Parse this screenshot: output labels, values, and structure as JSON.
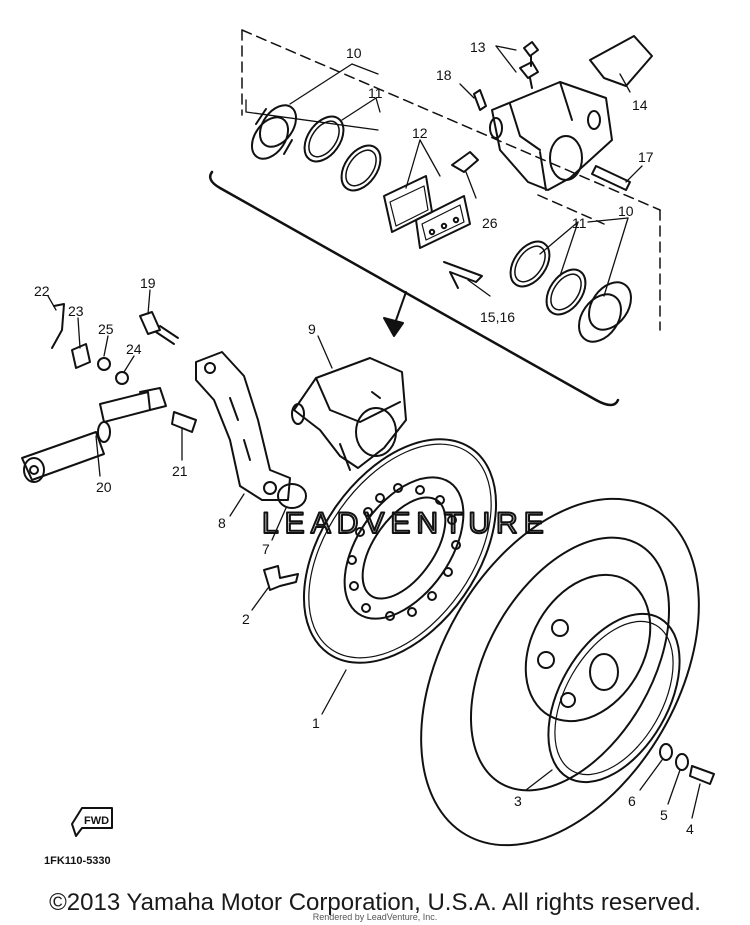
{
  "diagram": {
    "part_number": "1FK110-5330",
    "fwd_label": "FWD",
    "watermark": "LEADVENTURE",
    "callouts": {
      "c1": "1",
      "c2": "2",
      "c3": "3",
      "c4": "4",
      "c5": "5",
      "c6": "6",
      "c7": "7",
      "c8": "8",
      "c9": "9",
      "c10a": "10",
      "c10b": "10",
      "c11a": "11",
      "c11b": "11",
      "c12": "12",
      "c13": "13",
      "c14": "14",
      "c15_16": "15,16",
      "c17": "17",
      "c18": "18",
      "c19": "19",
      "c20": "20",
      "c21": "21",
      "c22": "22",
      "c23": "23",
      "c24": "24",
      "c25": "25",
      "c26": "26"
    }
  },
  "footer": {
    "copyright": "©2013 Yamaha Motor Corporation, U.S.A. All rights reserved.",
    "rendered_by": "Rendered by LeadVenture, Inc."
  }
}
